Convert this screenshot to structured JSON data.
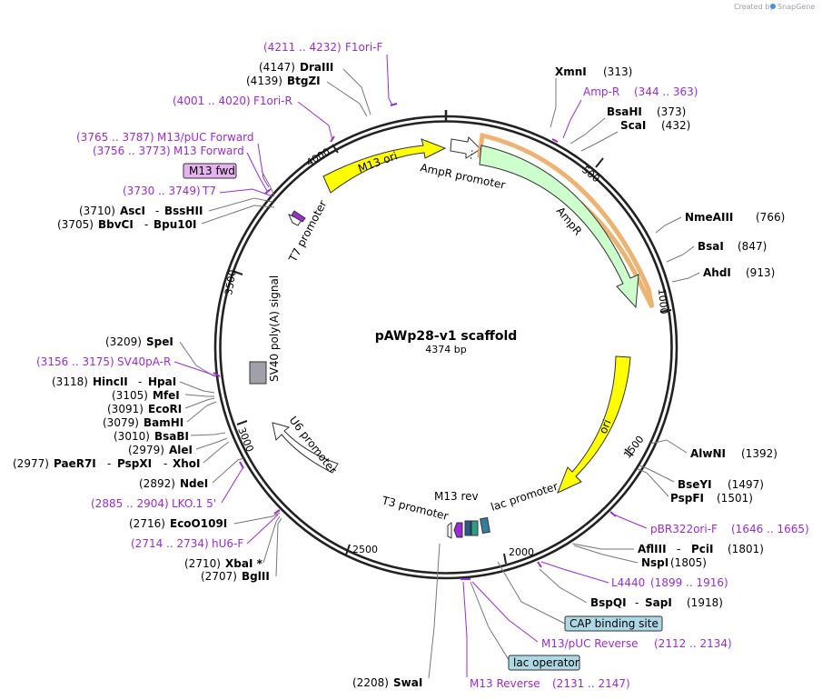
{
  "credit": {
    "prefix": "Created by",
    "brand": "SnapGene"
  },
  "plasmid": {
    "name": "pAWp28-v1 scaffold",
    "size": "4374 bp"
  },
  "ticks": [
    "500",
    "1000",
    "1500",
    "2000",
    "2500",
    "3000",
    "3500",
    "4000"
  ],
  "features": {
    "m13_ori": "M13 ori",
    "ampr_promoter": "AmpR promoter",
    "ampr": "AmpR",
    "ori": "ori",
    "lac_promoter": "lac promoter",
    "m13_rev": "M13 rev",
    "t3_promoter": "T3 promoter",
    "u6_promoter": "U6 promoter",
    "sv40": "SV40 poly(A) signal",
    "t7_promoter": "T7 promoter"
  },
  "labels": {
    "f1ori_f": {
      "pos": "(4211 .. 4232)",
      "name": "F1ori-F"
    },
    "draiii": {
      "pos": "(4147)",
      "name": "DraIII"
    },
    "btgzi": {
      "pos": "(4139)",
      "name": "BtgZI"
    },
    "f1ori_r": {
      "pos": "(4001 .. 4020)",
      "name": "F1ori-R"
    },
    "m13puc_fwd": {
      "pos": "(3765 .. 3787)",
      "name": "M13/pUC Forward"
    },
    "m13_fwd_primer": {
      "pos": "(3756 .. 3773)",
      "name": "M13 Forward"
    },
    "m13fwd_box": "M13 fwd",
    "t7": {
      "pos": "(3730 .. 3749)",
      "name": "T7"
    },
    "asci": {
      "pos": "(3710)",
      "name": "AscI",
      "sep": "-",
      "name2": "BssHII"
    },
    "bbvci": {
      "pos": "(3705)",
      "name": "BbvCI",
      "sep": "-",
      "name2": "Bpu10I"
    },
    "spei": {
      "pos": "(3209)",
      "name": "SpeI"
    },
    "sv40pa_r": {
      "pos": "(3156 .. 3175)",
      "name": "SV40pA-R"
    },
    "hincii": {
      "pos": "(3118)",
      "name": "HincII",
      "sep": "-",
      "name2": "HpaI"
    },
    "mfei": {
      "pos": "(3105)",
      "name": "MfeI"
    },
    "ecori": {
      "pos": "(3091)",
      "name": "EcoRI"
    },
    "bamhi": {
      "pos": "(3079)",
      "name": "BamHI"
    },
    "bsabi": {
      "pos": "(3010)",
      "name": "BsaBI"
    },
    "alei": {
      "pos": "(2979)",
      "name": "AleI"
    },
    "paer7i": {
      "pos": "(2977)",
      "name": "PaeR7I",
      "sep": "-",
      "name2": "PspXI",
      "sep2": "-",
      "name3": "XhoI"
    },
    "ndei": {
      "pos": "(2892)",
      "name": "NdeI"
    },
    "lko": {
      "pos": "(2885 .. 2904)",
      "name": "LKO.1 5'"
    },
    "ecoo109i": {
      "pos": "(2716)",
      "name": "EcoO109I"
    },
    "hu6f": {
      "pos": "(2714 .. 2734)",
      "name": "hU6-F"
    },
    "xbai": {
      "pos": "(2710)",
      "name": "XbaI *"
    },
    "bglii": {
      "pos": "(2707)",
      "name": "BglII"
    },
    "xmni": {
      "name": "XmnI",
      "pos": "(313)"
    },
    "ampr_primer": {
      "name": "Amp-R",
      "pos": "(344 .. 363)"
    },
    "bsahi": {
      "name": "BsaHI",
      "pos": "(373)"
    },
    "scai": {
      "name": "ScaI",
      "pos": "(432)"
    },
    "nmeaiii": {
      "name": "NmeAIII",
      "pos": "(766)"
    },
    "bsai": {
      "name": "BsaI",
      "pos": "(847)"
    },
    "ahdi": {
      "name": "AhdI",
      "pos": "(913)"
    },
    "alwni": {
      "name": "AlwNI",
      "pos": "(1392)"
    },
    "bseyi": {
      "name": "BseYI",
      "pos": "(1497)"
    },
    "pspfi": {
      "name": "PspFI",
      "pos": "(1501)"
    },
    "pbr322": {
      "name": "pBR322ori-F",
      "pos": "(1646 .. 1665)"
    },
    "afliii": {
      "name": "AflIII",
      "sep": "-",
      "name2": "PciI",
      "pos": "(1801)"
    },
    "nspi": {
      "name": "NspI",
      "pos": "(1805)"
    },
    "l4440": {
      "name": "L4440",
      "pos": "(1899 .. 1916)"
    },
    "bspqi": {
      "name": "BspQI",
      "sep": "-",
      "name2": "SapI",
      "pos": "(1918)"
    },
    "cap_box": "CAP binding site",
    "m13puc_rev": {
      "name": "M13/pUC Reverse",
      "pos": "(2112 .. 2134)"
    },
    "lacop_box": "lac operator",
    "m13_reverse": {
      "name": "M13 Reverse",
      "pos": "(2131 .. 2147)"
    },
    "swai": {
      "pos": "(2208)",
      "name": "SwaI"
    }
  },
  "colors": {
    "ori": "#ffff00",
    "ampr": "#ccffcc",
    "primer": "#9b2bd6",
    "box_fill": "#add8e6",
    "m13fwd_fill": "#e6b3f0",
    "backbone": "#222222",
    "highlight": "#e8a050"
  }
}
